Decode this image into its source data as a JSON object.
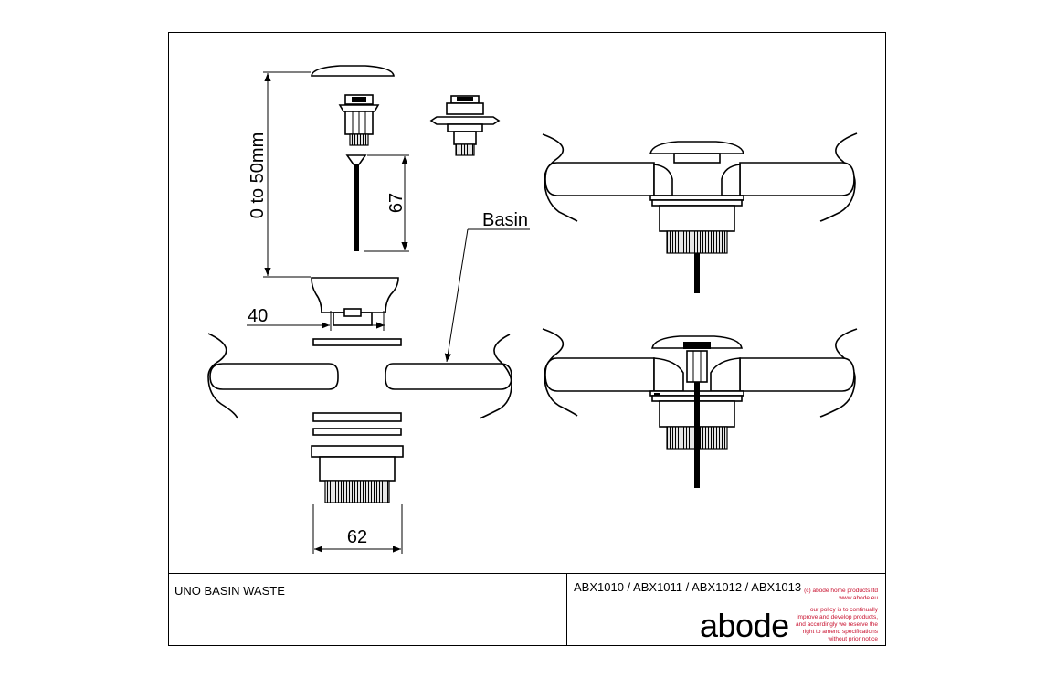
{
  "dimensions": {
    "height_range": "0 to 50mm",
    "rod_length": "67",
    "top_width": "40",
    "base_width": "62"
  },
  "callout": {
    "basin": "Basin"
  },
  "title_block": {
    "product_name": "UNO BASIN WASTE",
    "product_codes": "ABX1010 / ABX1011 / ABX1012 / ABX1013",
    "brand": "abode",
    "company": "(c) abode home products ltd",
    "website": "www.abode.eu",
    "policy_lines": [
      "our policy is to continually",
      "improve and develop products,",
      "and accordingly we reserve the",
      "right to amend specifications",
      "without prior notice"
    ]
  },
  "colors": {
    "line": "#000000",
    "background": "#ffffff",
    "policy_text": "#c8102e"
  }
}
